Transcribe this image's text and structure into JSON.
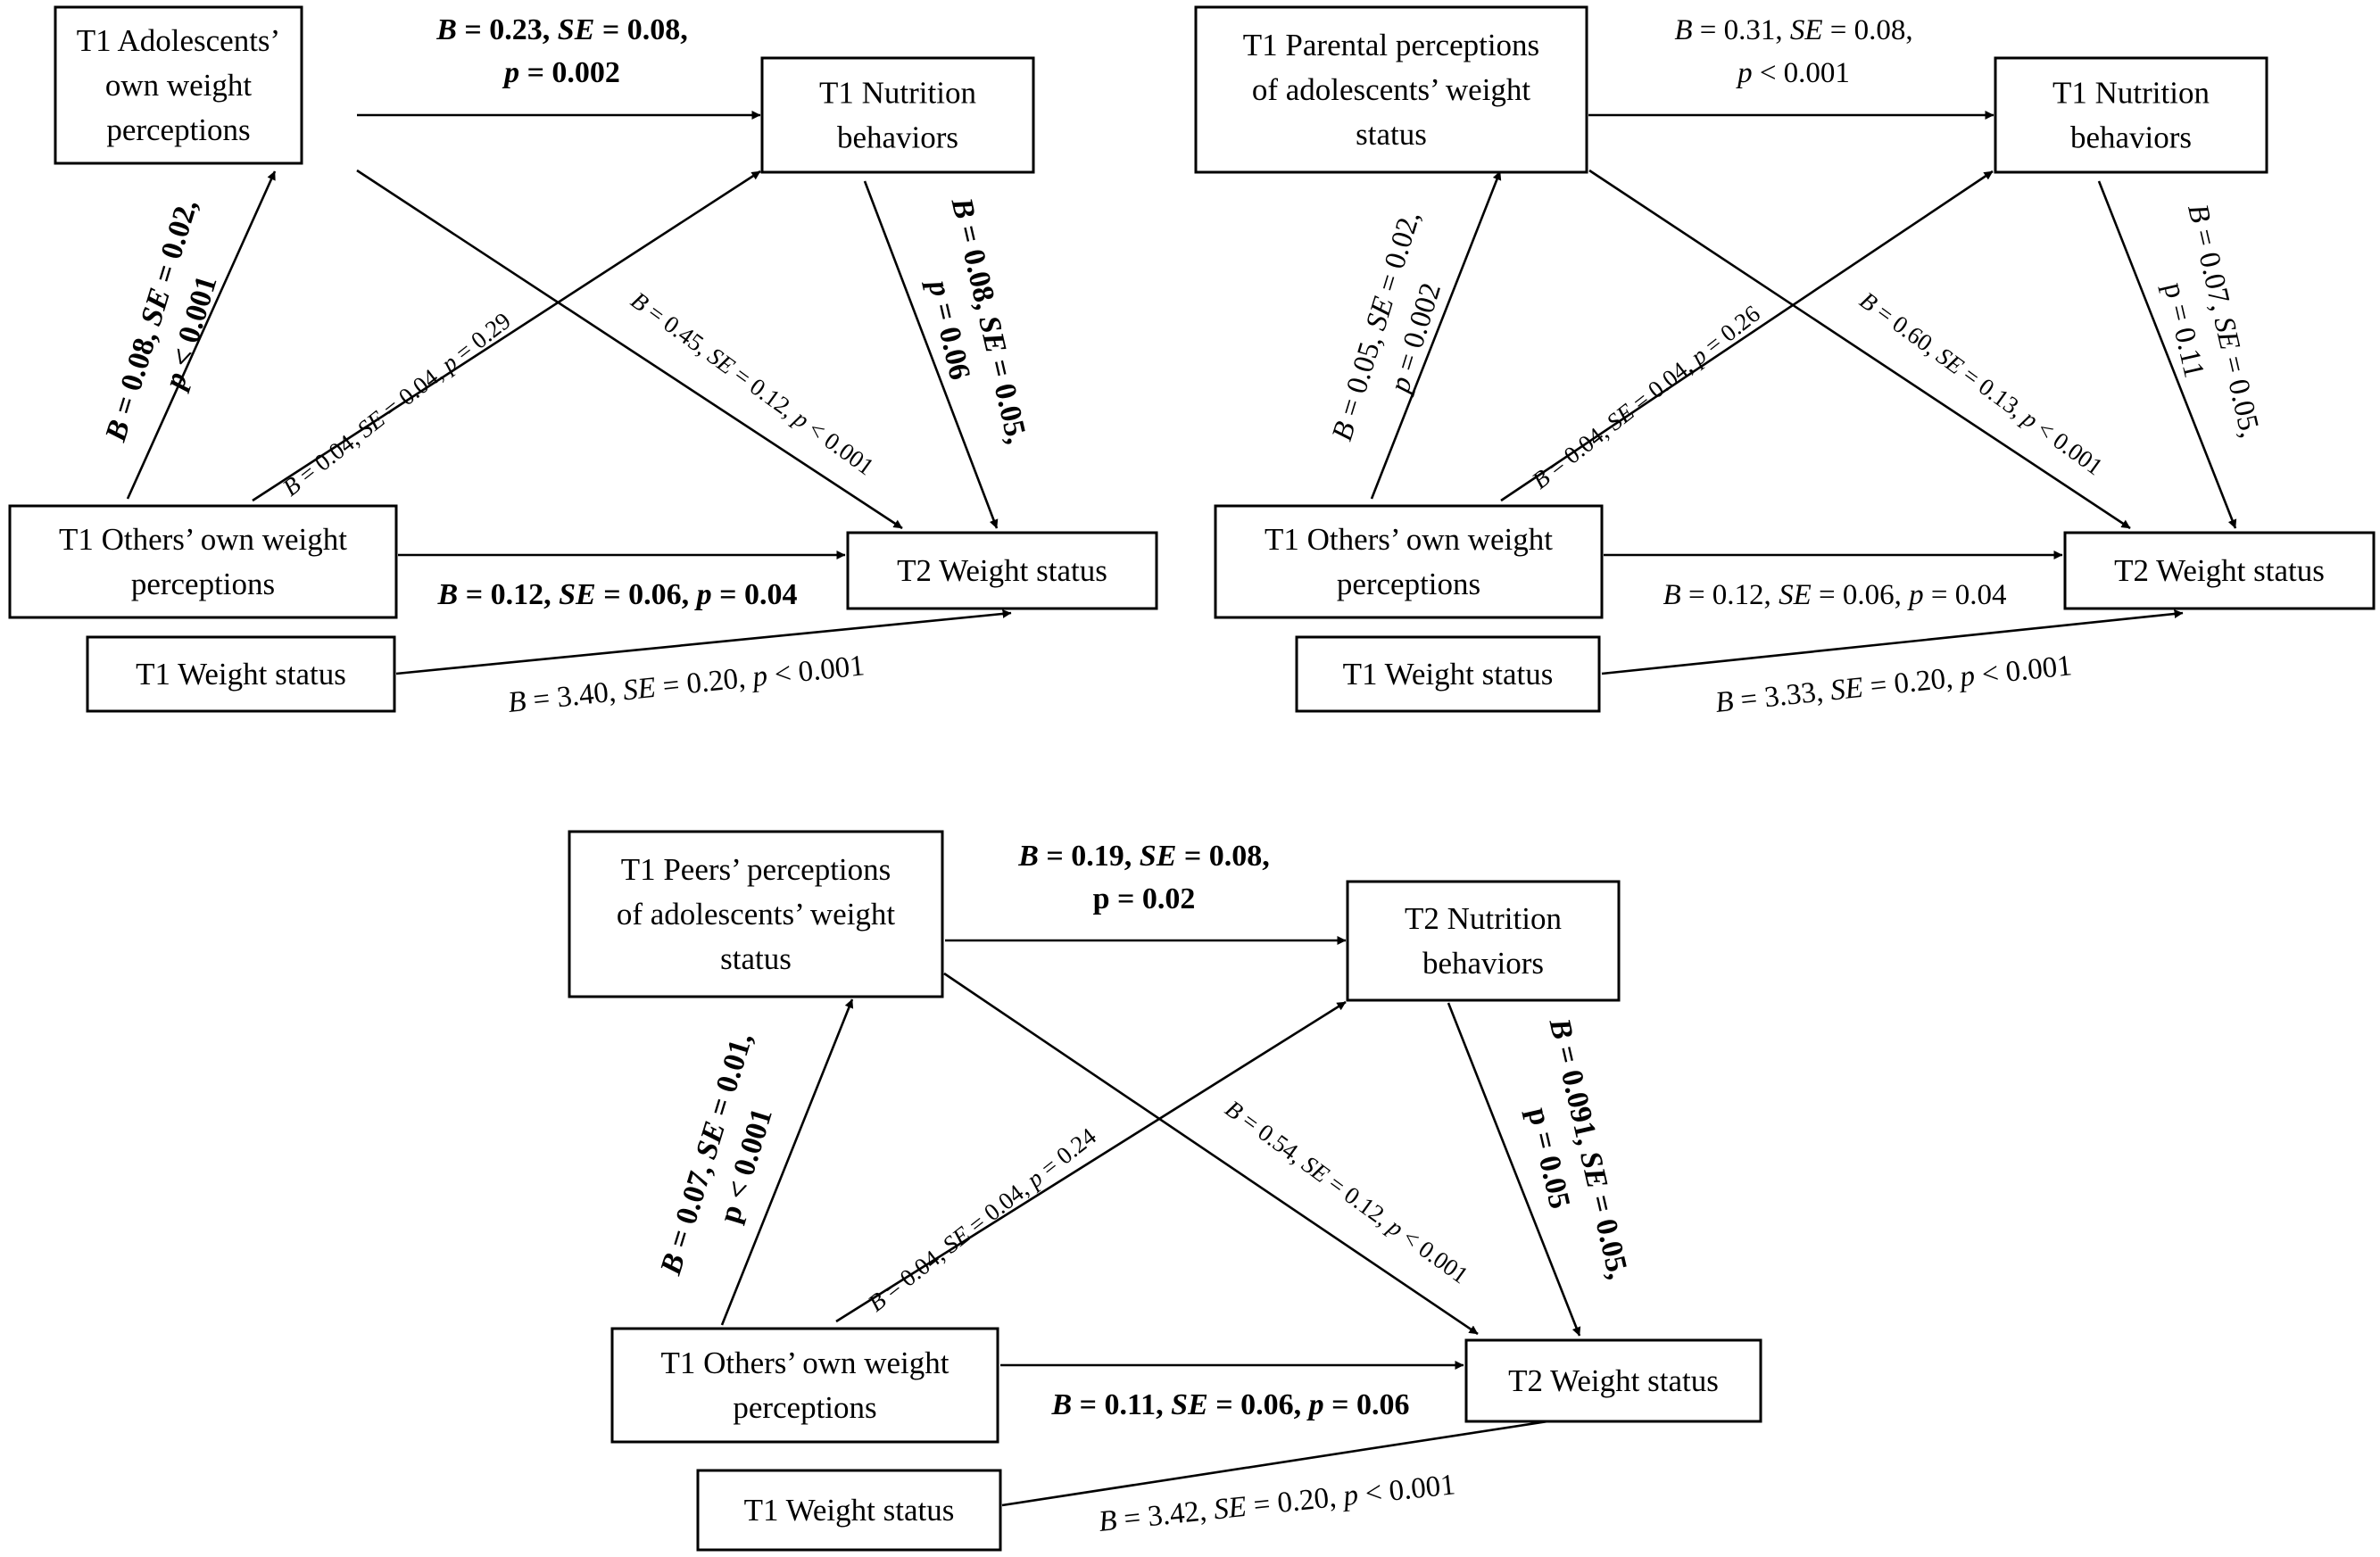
{
  "panels": [
    {
      "nodes": {
        "predictor": [
          "T1 Adolescents’",
          "own weight",
          "perceptions"
        ],
        "mediator": [
          "T1 Nutrition",
          "behaviors"
        ],
        "others": [
          "T1 Others’ own weight",
          "perceptions"
        ],
        "outcome": [
          "T2 Weight status"
        ],
        "baseline": [
          "T1 Weight status"
        ]
      },
      "paths": {
        "pred_to_med": {
          "segs": [
            [
              "B",
              "i"
            ],
            [
              " = 0.23, ",
              "n"
            ],
            [
              "SE",
              "i"
            ],
            [
              " = 0.08,",
              "n"
            ]
          ],
          "segs2": [
            [
              "p",
              "i"
            ],
            [
              " = 0.002",
              "n"
            ]
          ],
          "bold": true
        },
        "med_to_out": {
          "segs": [
            [
              "B",
              "i"
            ],
            [
              " = 0.08, ",
              "n"
            ],
            [
              "SE",
              "i"
            ],
            [
              " = 0.05,",
              "n"
            ]
          ],
          "segs2": [
            [
              "p",
              "i"
            ],
            [
              " = 0.06",
              "n"
            ]
          ],
          "bold": true
        },
        "oth_to_pred": {
          "segs": [
            [
              "B",
              "i"
            ],
            [
              " = 0.08, ",
              "n"
            ],
            [
              "SE",
              "i"
            ],
            [
              " = 0.02,",
              "n"
            ]
          ],
          "segs2": [
            [
              "p",
              "i"
            ],
            [
              " < 0.001",
              "n"
            ]
          ],
          "bold": true
        },
        "oth_to_med": {
          "segs": [
            [
              "B",
              "i"
            ],
            [
              " = 0.04, ",
              "n"
            ],
            [
              "SE",
              "i"
            ],
            [
              " = 0.04, ",
              "n"
            ],
            [
              "p",
              "i"
            ],
            [
              " = 0.29",
              "n"
            ]
          ],
          "bold": false
        },
        "pred_to_out": {
          "segs": [
            [
              "B",
              "i"
            ],
            [
              " = 0.45, ",
              "n"
            ],
            [
              "SE",
              "i"
            ],
            [
              " = 0.12, ",
              "n"
            ],
            [
              "p",
              "i"
            ],
            [
              " < 0.001",
              "n"
            ]
          ],
          "bold": false
        },
        "oth_to_out": {
          "segs": [
            [
              "B",
              "i"
            ],
            [
              " = 0.12, ",
              "n"
            ],
            [
              "SE",
              "i"
            ],
            [
              " = 0.06, ",
              "n"
            ],
            [
              "p",
              "i"
            ],
            [
              " = 0.04",
              "n"
            ]
          ],
          "bold": true
        },
        "base_to_out": {
          "segs": [
            [
              "B",
              "i"
            ],
            [
              " = 3.40, ",
              "n"
            ],
            [
              "SE",
              "i"
            ],
            [
              " = 0.20, ",
              "n"
            ],
            [
              "p",
              "i"
            ],
            [
              " < 0.001",
              "n"
            ]
          ],
          "bold": false
        }
      }
    },
    {
      "nodes": {
        "predictor": [
          "T1 Parental perceptions",
          "of adolescents’ weight",
          "status"
        ],
        "mediator": [
          "T1 Nutrition",
          "behaviors"
        ],
        "others": [
          "T1 Others’ own weight",
          "perceptions"
        ],
        "outcome": [
          "T2 Weight status"
        ],
        "baseline": [
          "T1 Weight status"
        ]
      },
      "paths": {
        "pred_to_med": {
          "segs": [
            [
              "B",
              "i"
            ],
            [
              " = 0.31, ",
              "n"
            ],
            [
              "SE",
              "i"
            ],
            [
              " = 0.08,",
              "n"
            ]
          ],
          "segs2": [
            [
              "p",
              "i"
            ],
            [
              " < 0.001",
              "n"
            ]
          ],
          "bold": false
        },
        "med_to_out": {
          "segs": [
            [
              "B",
              "i"
            ],
            [
              " = 0.07, ",
              "n"
            ],
            [
              "SE",
              "i"
            ],
            [
              " = 0.05,",
              "n"
            ]
          ],
          "segs2": [
            [
              "p",
              "n"
            ],
            [
              " = 0.11",
              "n"
            ]
          ],
          "bold": false
        },
        "oth_to_pred": {
          "segs": [
            [
              "B",
              "i"
            ],
            [
              " = 0.05, ",
              "n"
            ],
            [
              "SE",
              "i"
            ],
            [
              " = 0.02,",
              "n"
            ]
          ],
          "segs2": [
            [
              "p",
              "i"
            ],
            [
              " = 0.002",
              "n"
            ]
          ],
          "bold": false
        },
        "oth_to_med": {
          "segs": [
            [
              "B",
              "i"
            ],
            [
              " = 0.04, ",
              "n"
            ],
            [
              "SE",
              "i"
            ],
            [
              " = 0.04, ",
              "n"
            ],
            [
              "p",
              "i"
            ],
            [
              " = 0.26",
              "n"
            ]
          ],
          "bold": false
        },
        "pred_to_out": {
          "segs": [
            [
              "B",
              "i"
            ],
            [
              " = 0.60, ",
              "n"
            ],
            [
              "SE",
              "i"
            ],
            [
              " = 0.13, ",
              "n"
            ],
            [
              "p",
              "i"
            ],
            [
              " < 0.001",
              "n"
            ]
          ],
          "bold": false
        },
        "oth_to_out": {
          "segs": [
            [
              "B",
              "i"
            ],
            [
              " = 0.12, ",
              "n"
            ],
            [
              "SE",
              "i"
            ],
            [
              " = 0.06, ",
              "n"
            ],
            [
              "p",
              "i"
            ],
            [
              " = 0.04",
              "n"
            ]
          ],
          "bold": false
        },
        "base_to_out": {
          "segs": [
            [
              "B",
              "i"
            ],
            [
              " = 3.33, ",
              "n"
            ],
            [
              "SE",
              "i"
            ],
            [
              " = 0.20, ",
              "n"
            ],
            [
              "p",
              "i"
            ],
            [
              " < 0.001",
              "n"
            ]
          ],
          "bold": false
        }
      }
    },
    {
      "nodes": {
        "predictor": [
          "T1 Peers’ perceptions",
          "of adolescents’ weight",
          "status"
        ],
        "mediator": [
          "T2 Nutrition",
          "behaviors"
        ],
        "others": [
          "T1 Others’ own weight",
          "perceptions"
        ],
        "outcome": [
          "T2 Weight status"
        ],
        "baseline": [
          "T1 Weight status"
        ]
      },
      "paths": {
        "pred_to_med": {
          "segs": [
            [
              "B",
              "i"
            ],
            [
              " = 0.19, ",
              "n"
            ],
            [
              "SE",
              "i"
            ],
            [
              " = 0.08,",
              "n"
            ]
          ],
          "segs2": [
            [
              "p = 0.02",
              "n"
            ]
          ],
          "bold": true
        },
        "med_to_out": {
          "segs": [
            [
              "B",
              "i"
            ],
            [
              " = 0.091, ",
              "n"
            ],
            [
              "SE",
              "i"
            ],
            [
              " = 0.05,",
              "n"
            ]
          ],
          "segs2": [
            [
              "p = 0.05",
              "n"
            ]
          ],
          "bold": true
        },
        "oth_to_pred": {
          "segs": [
            [
              "B",
              "i"
            ],
            [
              " = 0.07, ",
              "n"
            ],
            [
              "SE",
              "i"
            ],
            [
              " = 0.01,",
              "n"
            ]
          ],
          "segs2": [
            [
              "p < 0.001",
              "n"
            ]
          ],
          "bold": true
        },
        "oth_to_med": {
          "segs": [
            [
              "B",
              "i"
            ],
            [
              " = 0.04, ",
              "n"
            ],
            [
              "SE",
              "i"
            ],
            [
              " = 0.04, ",
              "n"
            ],
            [
              "p",
              "i"
            ],
            [
              " = 0.24",
              "n"
            ]
          ],
          "bold": false
        },
        "pred_to_out": {
          "segs": [
            [
              "B",
              "i"
            ],
            [
              " = 0.54, ",
              "n"
            ],
            [
              "SE",
              "i"
            ],
            [
              " = 0.12, ",
              "n"
            ],
            [
              "p",
              "i"
            ],
            [
              " < 0.001",
              "n"
            ]
          ],
          "bold": false
        },
        "oth_to_out": {
          "segs": [
            [
              "B",
              "i"
            ],
            [
              " = 0.11, ",
              "n"
            ],
            [
              "SE",
              "i"
            ],
            [
              " = 0.06, ",
              "n"
            ],
            [
              "p",
              "i"
            ],
            [
              " = 0.06",
              "n"
            ]
          ],
          "bold": true
        },
        "base_to_out": {
          "segs": [
            [
              "B",
              "i"
            ],
            [
              " = 3.42, ",
              "n"
            ],
            [
              "SE",
              "i"
            ],
            [
              " = 0.20, ",
              "n"
            ],
            [
              "p",
              "i"
            ],
            [
              " < 0.001",
              "n"
            ]
          ],
          "bold": false
        }
      }
    }
  ]
}
